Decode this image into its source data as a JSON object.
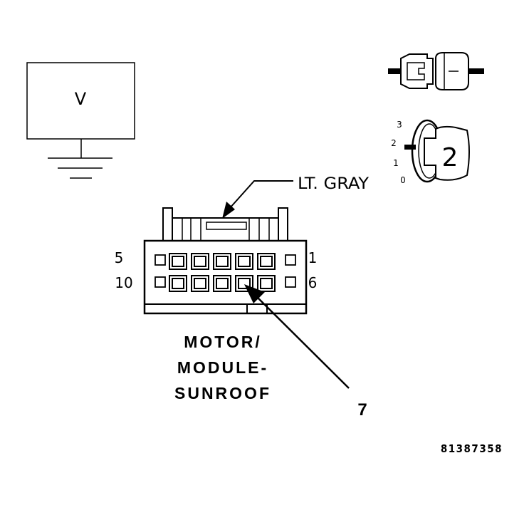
{
  "meter": {
    "symbol": "V"
  },
  "ignition": {
    "positions": [
      "3",
      "2",
      "1",
      "0"
    ],
    "selected": "2"
  },
  "wire": {
    "color_label": "LT. GRAY"
  },
  "connector": {
    "pin_label_top_left": "5",
    "pin_label_bottom_left": "10",
    "pin_label_top_right": "1",
    "pin_label_bottom_right": "6",
    "name_lines": [
      "MOTOR/",
      "MODULE-",
      "SUNROOF"
    ]
  },
  "callout": {
    "pin_number": "7"
  },
  "figure_id": "81387358"
}
